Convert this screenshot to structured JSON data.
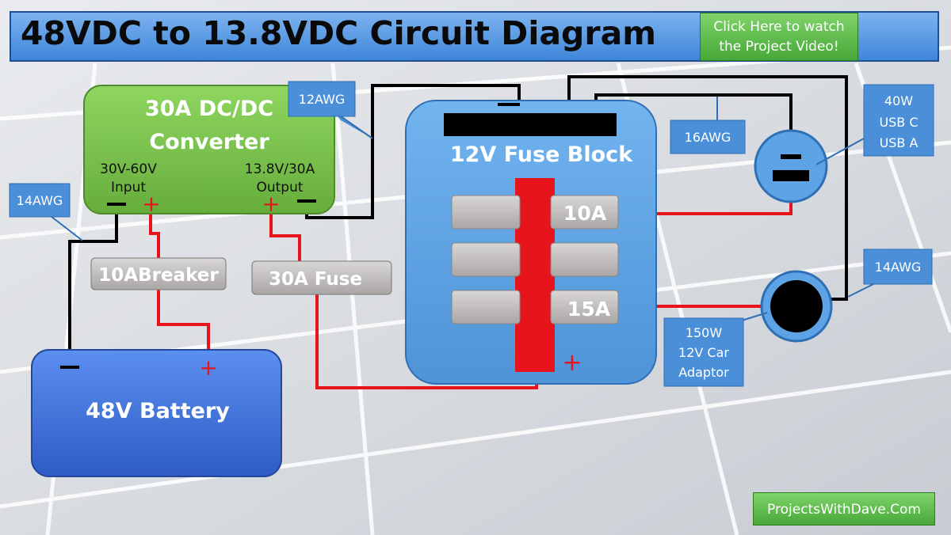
{
  "title": "48VDC to 13.8VDC Circuit Diagram",
  "video_button": {
    "line1": "Click Here to watch",
    "line2": "the Project Video!"
  },
  "converter": {
    "line1": "30A DC/DC",
    "line2": "Converter",
    "input_spec": "30V-60V",
    "input_label": "Input",
    "output_spec": "13.8V/30A",
    "output_label": "Output"
  },
  "breaker_label": "10ABreaker",
  "fuse_label": "30A Fuse",
  "battery_label": "48V Battery",
  "fuse_block": {
    "title": "12V Fuse Block",
    "fuse_10a": "10A",
    "fuse_15a": "15A"
  },
  "wire_labels": {
    "awg_12": "12AWG",
    "awg_14_left": "14AWG",
    "awg_16": "16AWG",
    "awg_14_right": "14AWG"
  },
  "usb_callout": {
    "line1": "40W",
    "line2": "USB C",
    "line3": "USB A"
  },
  "car_callout": {
    "line1": "150W",
    "line2": "12V Car",
    "line3": "Adaptor"
  },
  "symbols": {
    "plus": "+",
    "minus": "−"
  },
  "site_button": "ProjectsWithDave.Com",
  "colors": {
    "converter_green": "#7cc44f",
    "battery_blue": "#3f6fd6",
    "fuse_block_blue": "#5ea3e6",
    "wire_red": "#e8141c",
    "wire_black": "#000000",
    "callout_blue": "#4a8fd8"
  }
}
